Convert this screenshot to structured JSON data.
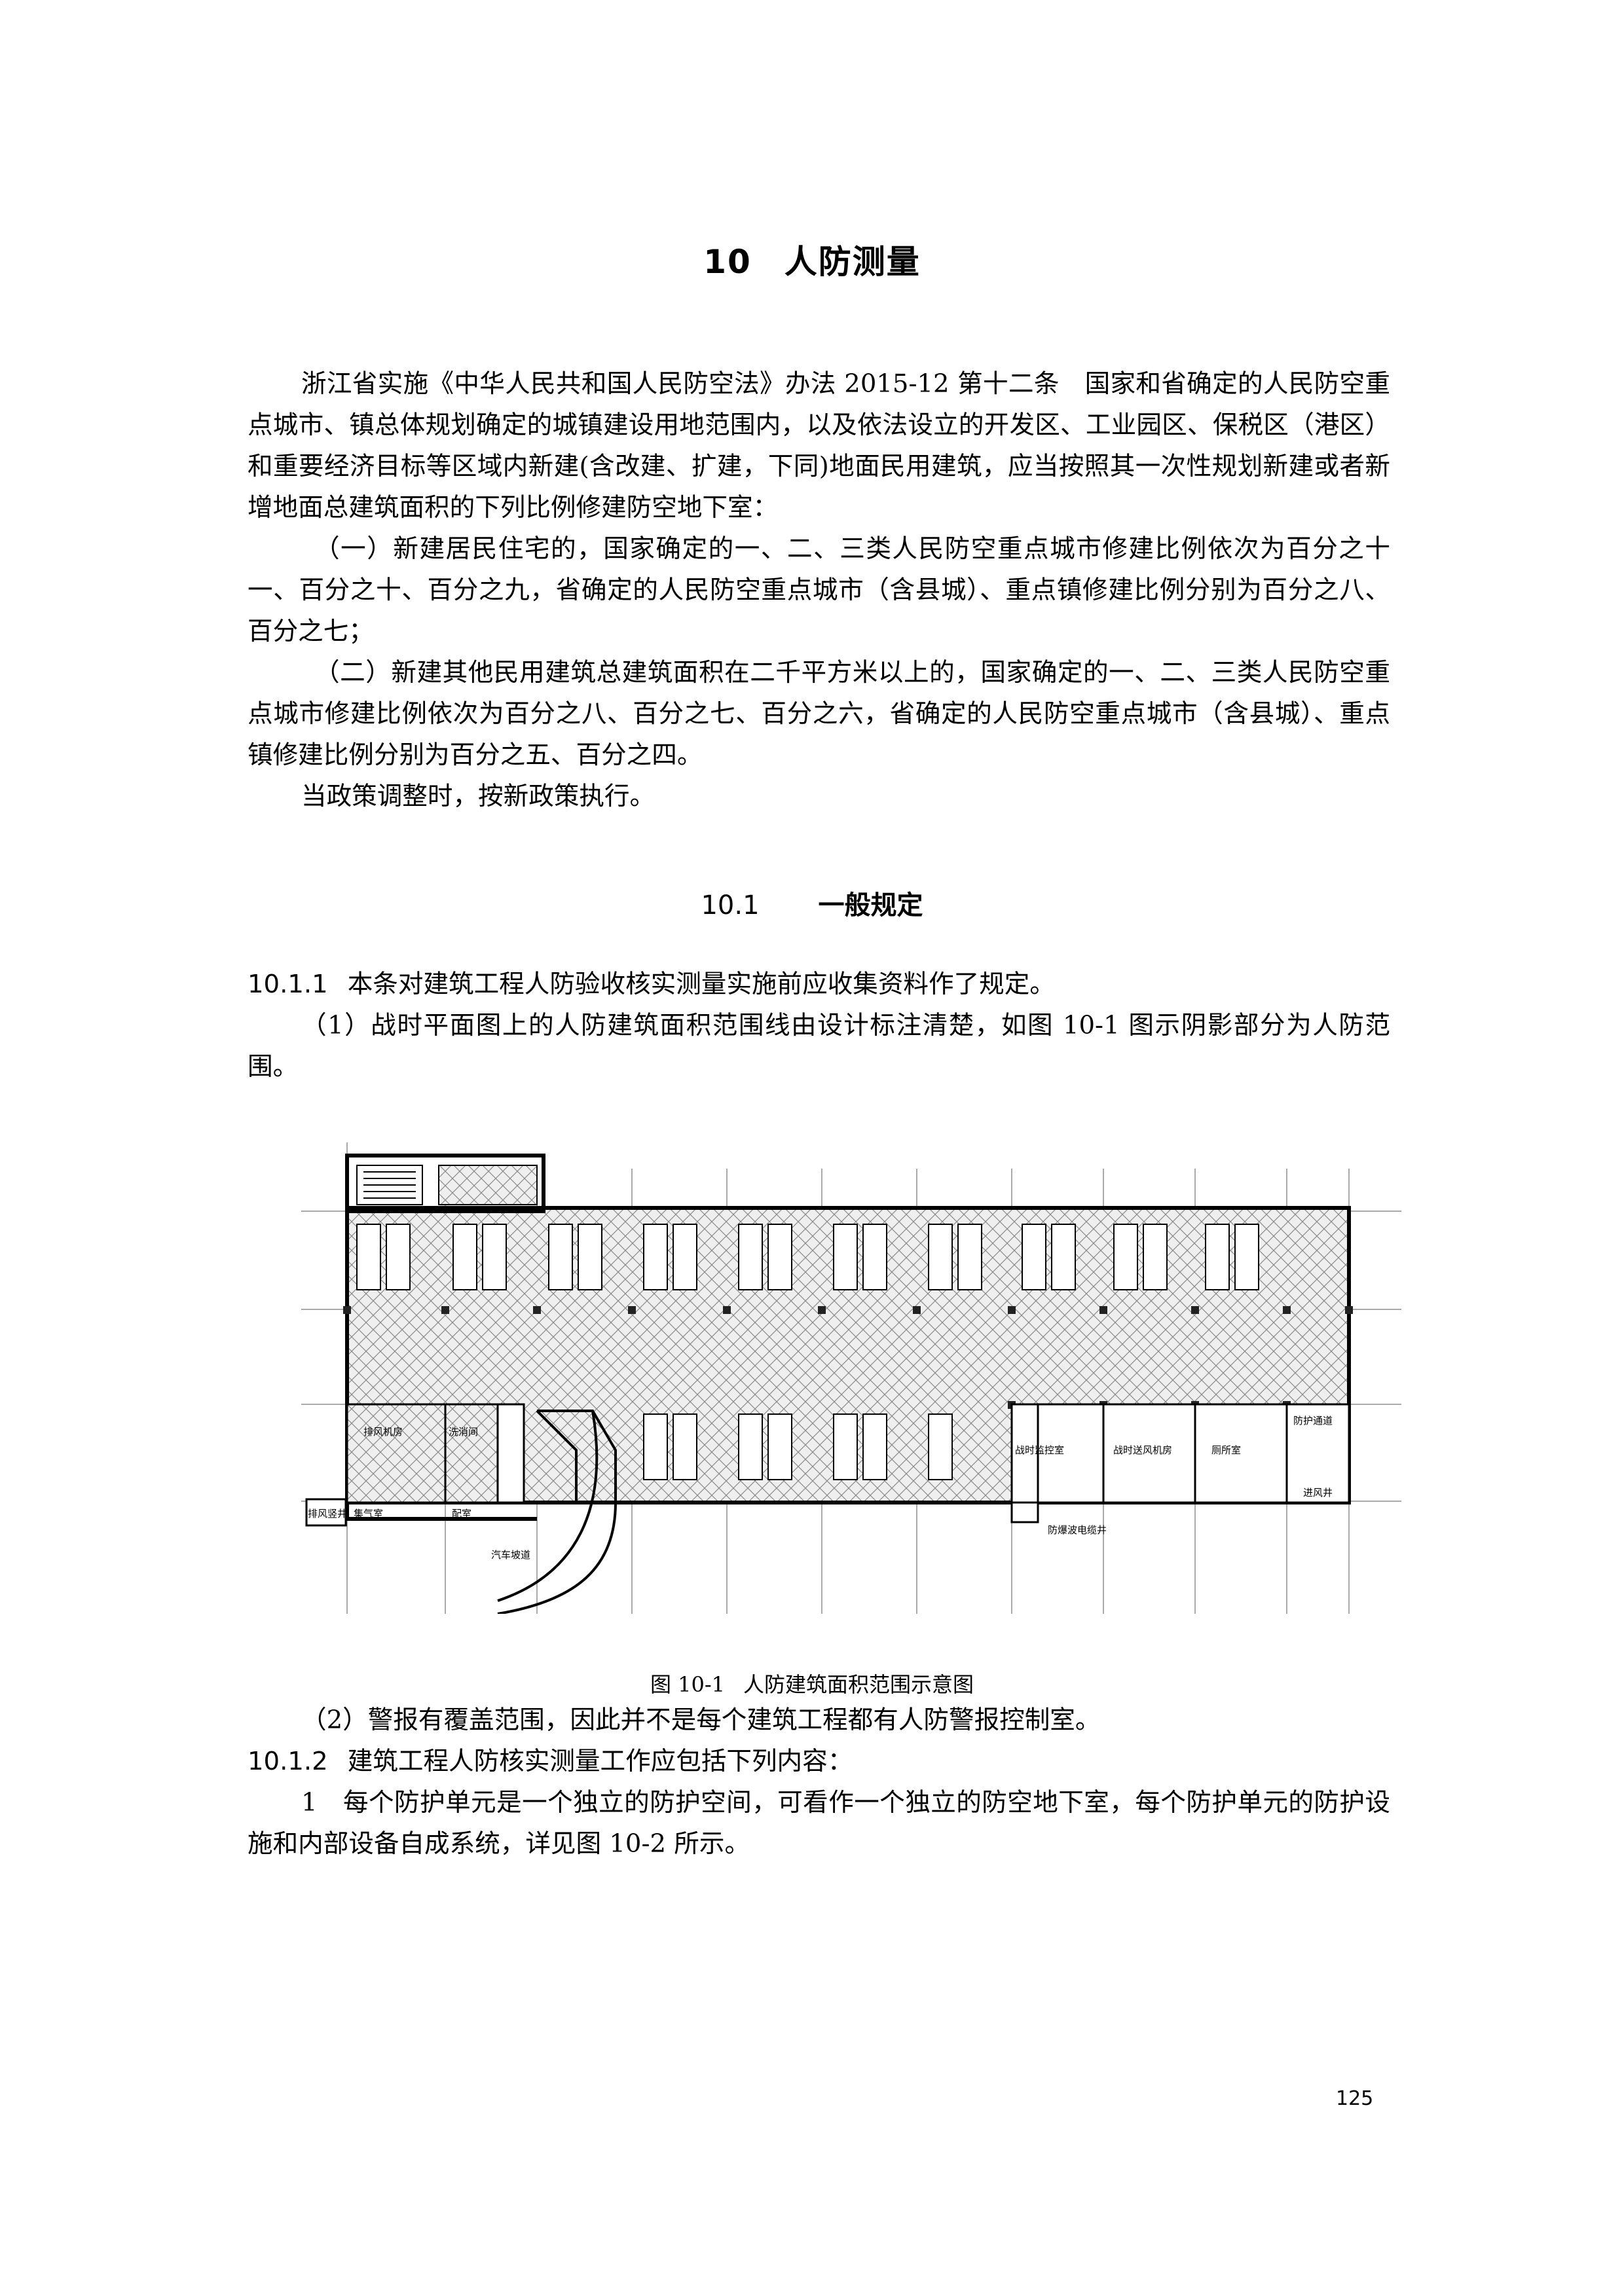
{
  "page": {
    "chapter_number": "10",
    "chapter_title": "人防测量",
    "intro_paragraph": "浙江省实施《中华人民共和国人民防空法》办法 2015-12 第十二条　国家和省确定的人民防空重点城市、镇总体规划确定的城镇建设用地范围内，以及依法设立的开发区、工业园区、保税区（港区）和重要经济目标等区域内新建(含改建、扩建，下同)地面民用建筑，应当按照其一次性规划新建或者新增地面总建筑面积的下列比例修建防空地下室：",
    "item_1": "（一）新建居民住宅的，国家确定的一、二、三类人民防空重点城市修建比例依次为百分之十一、百分之十、百分之九，省确定的人民防空重点城市（含县城）、重点镇修建比例分别为百分之八、百分之七；",
    "item_2": "（二）新建其他民用建筑总建筑面积在二千平方米以上的，国家确定的一、二、三类人民防空重点城市修建比例依次为百分之八、百分之七、百分之六，省确定的人民防空重点城市（含县城）、重点镇修建比例分别为百分之五、百分之四。",
    "policy_note": "当政策调整时，按新政策执行。",
    "section_number": "10.1",
    "section_title": "一般规定",
    "clause_1_number": "10.1.1",
    "clause_1_text": "本条对建筑工程人防验收核实测量实施前应收集资料作了规定。",
    "clause_1_item_1": "（1）战时平面图上的人防建筑面积范围线由设计标注清楚，如图 10-1 图示阴影部分为人防范围。",
    "figure_caption_number": "图 10-1",
    "figure_caption_text": "人防建筑面积范围示意图",
    "clause_1_item_2": "（2）警报有覆盖范围，因此并不是每个建筑工程都有人防警报控制室。",
    "clause_2_number": "10.1.2",
    "clause_2_text": "建筑工程人防核实测量工作应包括下列内容：",
    "clause_2_item_1": "1　每个防护单元是一个独立的防护空间，可看作一个独立的防空地下室，每个防护单元的防护设施和内部设备自成系统，详见图 10-2 所示。",
    "page_number": "125"
  },
  "figure": {
    "labels": {
      "exhaust_room": "排风机房",
      "decon_room": "洗消间",
      "exhaust_shaft": "排风竖井",
      "filter_room": "集气室",
      "small_room": "配室",
      "ramp": "汽车坡道",
      "battle_room": "战时监控室",
      "supply_fan_room": "战时送风机房",
      "toilet": "厕所室",
      "passage": "防护通道",
      "blast_shaft": "防爆波电缆井",
      "intake": "进风井"
    }
  }
}
